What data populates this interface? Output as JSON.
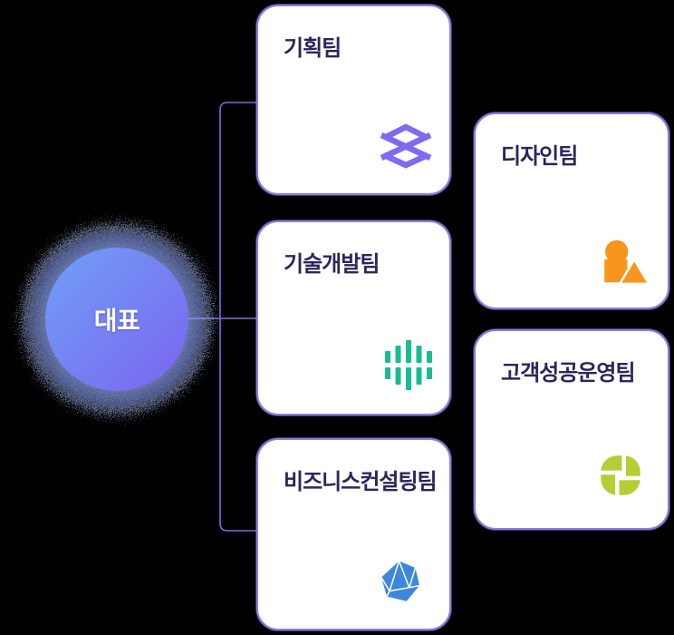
{
  "background_color": "#000000",
  "root_node": {
    "label": "대표",
    "core_gradient_start": "#6FA0F6",
    "core_gradient_end": "#7C64EF",
    "glow_color": "#8CA2F0",
    "dashed_ring_color": "#5E60D6"
  },
  "connector": {
    "color": "#7B6CEB"
  },
  "card_style": {
    "background": "#FFFFFF",
    "border_color": "#877CF0",
    "title_color": "#2B265C"
  },
  "teams": [
    {
      "name": "기획팀",
      "icon": "weave-hexagon-icon",
      "icon_color": "#7D6BF2"
    },
    {
      "name": "디자인팀",
      "icon": "circle-square-triangle-icon",
      "icon_color": "#F8951D"
    },
    {
      "name": "기술개발팀",
      "icon": "equalizer-circle-icon",
      "icon_color": "#18BC92"
    },
    {
      "name": "고객성공운영팀",
      "icon": "pinwheel-icon",
      "icon_color": "#B5CE35"
    },
    {
      "name": "비즈니스컨설팅팀",
      "icon": "faceted-polyhedron-icon",
      "icon_color": "#3D87DB"
    }
  ]
}
